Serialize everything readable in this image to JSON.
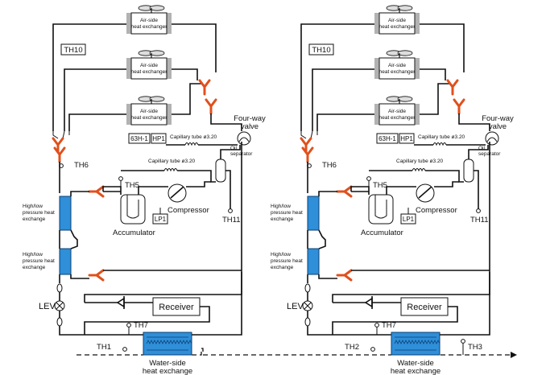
{
  "labels": {
    "air_hx": [
      "Air-side",
      "heat exchanger"
    ],
    "th10": "TH10",
    "four_way_valve": [
      "Four-way",
      "valve"
    ],
    "sw_63h": "63H-1",
    "hp1": "HP1",
    "cap_tube_1": "Capillary tube ø3.20",
    "cap_tube_2": "Capillary tube ø3.20",
    "oil_separator": [
      "Oil",
      "separator"
    ],
    "th6": "TH6",
    "th5": "TH5",
    "th11": "TH11",
    "compressor": "Compressor",
    "lp1": "LP1",
    "accumulator": "Accumulator",
    "hp_hx": [
      "High/low",
      "pressure heat",
      "exchange"
    ],
    "lev": "LEV",
    "receiver": "Receiver",
    "th7": "TH7",
    "water_hx": [
      "Water-side",
      "heat exchange"
    ],
    "th1": "TH1",
    "th2": "TH2",
    "th3": "TH3"
  }
}
